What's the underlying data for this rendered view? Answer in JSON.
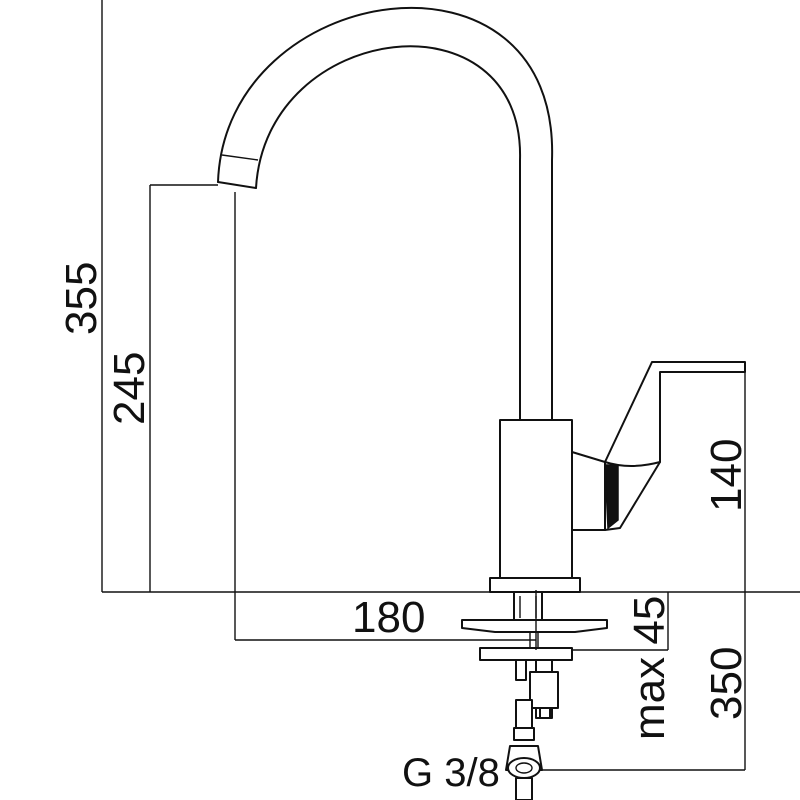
{
  "dimensions": {
    "total_height": "355",
    "spout_height": "245",
    "lever_height": "140",
    "spout_reach": "180",
    "max_deck": "max 45",
    "hose_length": "350",
    "connection": "G 3/8"
  }
}
